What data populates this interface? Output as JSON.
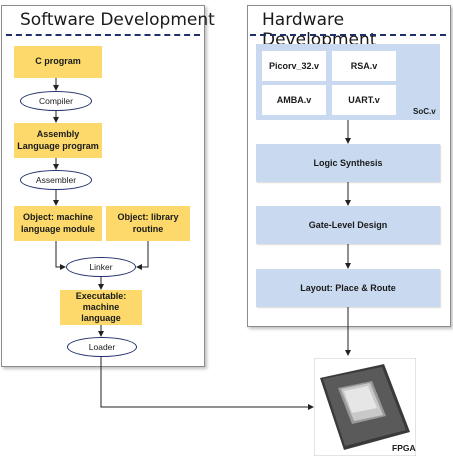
{
  "software": {
    "title": "Software Development",
    "c_program": "C program",
    "compiler": "Compiler",
    "assembly": "Assembly\nLanguage program",
    "assembler": "Assembler",
    "object_machine": "Object: machine\nlanguage module",
    "object_library": "Object: library\nroutine",
    "linker": "Linker",
    "executable": "Executable:\nmachine language",
    "loader": "Loader"
  },
  "hardware": {
    "title": "Hardware Development",
    "picorv": "Picorv_32.v",
    "rsa": "RSA.v",
    "amba": "AMBA.v",
    "uart": "UART.v",
    "soc": "SoC.v",
    "logic_synthesis": "Logic Synthesis",
    "gate_level": "Gate-Level Design",
    "layout": "Layout: Place & Route"
  },
  "fpga": {
    "label": "FPGA"
  },
  "colors": {
    "yellow_box": "#fcd96a",
    "blue_box": "#c9daf0",
    "dash_line": "#1f2f6b"
  }
}
